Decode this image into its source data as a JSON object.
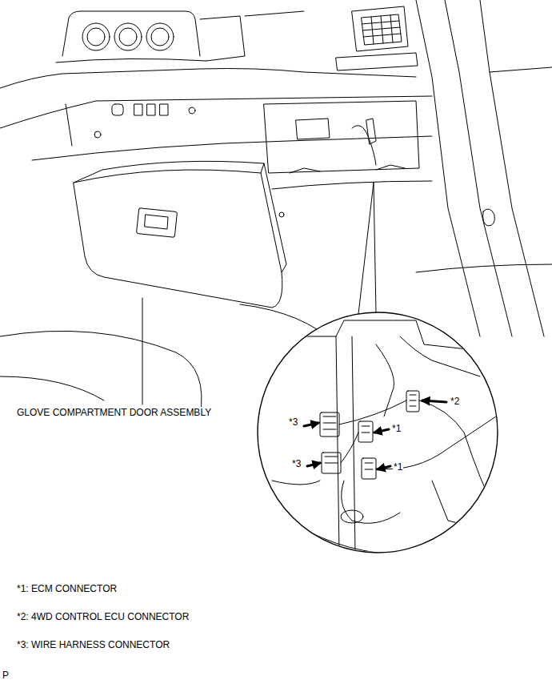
{
  "diagram": {
    "labels": [
      "GLOVE COMPARTMENT DOOR ASSEMBLY",
      "*3",
      "*2",
      "*1",
      "*3",
      "*1",
      "*1: ECM CONNECTOR",
      "*2: 4WD CONTROL ECU CONNECTOR",
      "*3: WIRE HARNESS CONNECTOR",
      "P"
    ]
  }
}
